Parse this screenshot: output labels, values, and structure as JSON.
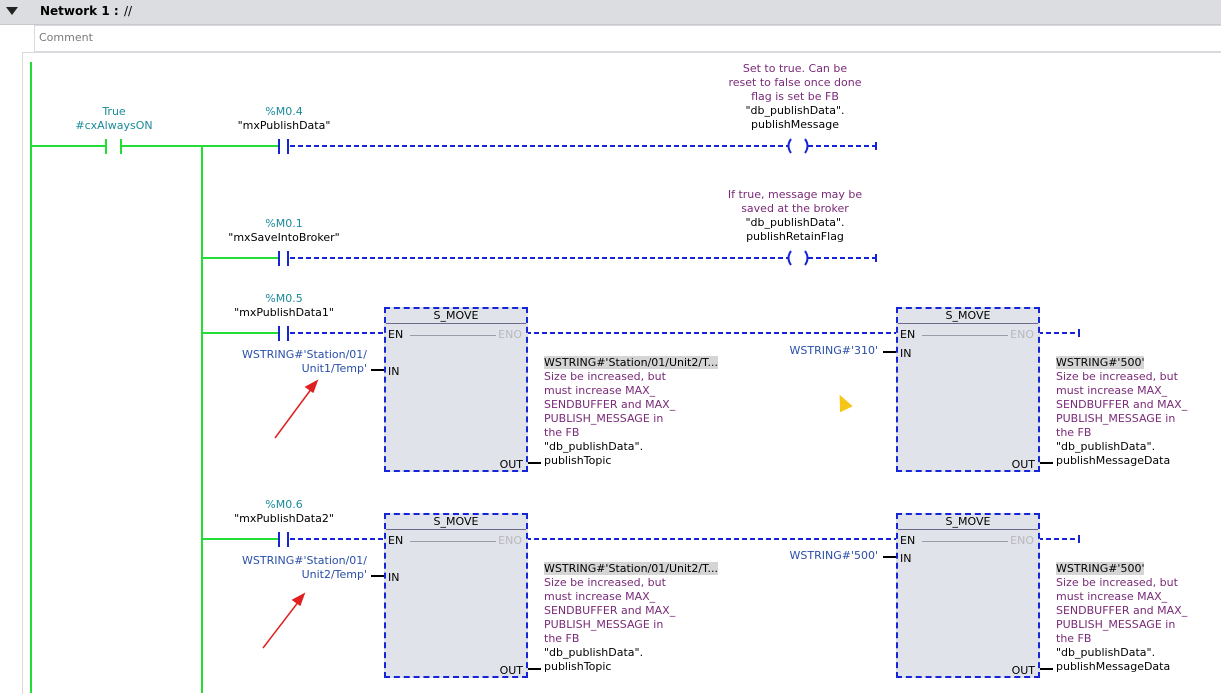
{
  "network": {
    "title": "Network 1 :",
    "comment_sep": "//",
    "comment_placeholder": "Comment"
  },
  "colors": {
    "power_rail": "#22dd33",
    "dashed_wire": "#1424d6",
    "operand": "#1a8a9a",
    "constant": "#2a4fa8",
    "annotation": "#7a2a78",
    "arrow": "#e02020"
  },
  "rung1": {
    "contact1": {
      "address": "True",
      "tag": "#cxAlwaysON"
    },
    "contact2": {
      "address": "%M0.4",
      "tag": "\"mxPublishData\""
    },
    "coil": {
      "lines": [
        "Set to true. Can be",
        "reset to false once done",
        "flag is set be FB",
        "\"db_publishData\".",
        "publishMessage"
      ]
    }
  },
  "rung2": {
    "contact": {
      "address": "%M0.1",
      "tag": "\"mxSaveIntoBroker\""
    },
    "coil": {
      "lines": [
        "If true, message may be",
        "saved at the broker",
        "\"db_publishData\".",
        "publishRetainFlag"
      ]
    }
  },
  "rung3": {
    "contact": {
      "address": "%M0.5",
      "tag": "\"mxPublishData1\""
    },
    "move1": {
      "title": "S_MOVE",
      "en": "EN",
      "eno": "ENO",
      "in": "IN",
      "out": "OUT",
      "in_value": [
        "WSTRING#'Station/01/",
        "Unit1/Temp'"
      ],
      "out_value": "WSTRING#'Station/01/Unit2/T...",
      "out_lines": [
        "Size be increased, but",
        "must increase MAX_",
        "SENDBUFFER and MAX_",
        "PUBLISH_MESSAGE in",
        "the FB",
        "\"db_publishData\".",
        "publishTopic"
      ]
    },
    "move2": {
      "title": "S_MOVE",
      "en": "EN",
      "eno": "ENO",
      "in": "IN",
      "out": "OUT",
      "in_value": "WSTRING#'310'",
      "out_value": "WSTRING#'500'",
      "out_lines": [
        "Size be increased, but",
        "must increase MAX_",
        "SENDBUFFER and MAX_",
        "PUBLISH_MESSAGE in",
        "the FB",
        "\"db_publishData\".",
        "publishMessageData"
      ]
    }
  },
  "rung4": {
    "contact": {
      "address": "%M0.6",
      "tag": "\"mxPublishData2\""
    },
    "move1": {
      "title": "S_MOVE",
      "en": "EN",
      "eno": "ENO",
      "in": "IN",
      "out": "OUT",
      "in_value": [
        "WSTRING#'Station/01/",
        "Unit2/Temp'"
      ],
      "out_value": "WSTRING#'Station/01/Unit2/T...",
      "out_lines": [
        "Size be increased, but",
        "must increase MAX_",
        "SENDBUFFER and MAX_",
        "PUBLISH_MESSAGE in",
        "the FB",
        "\"db_publishData\".",
        "publishTopic"
      ]
    },
    "move2": {
      "title": "S_MOVE",
      "en": "EN",
      "eno": "ENO",
      "in": "IN",
      "out": "OUT",
      "in_value": "WSTRING#'500'",
      "out_value": "WSTRING#'500'",
      "out_lines": [
        "Size be increased, but",
        "must increase MAX_",
        "SENDBUFFER and MAX_",
        "PUBLISH_MESSAGE in",
        "the FB",
        "\"db_publishData\".",
        "publishMessageData"
      ]
    }
  }
}
